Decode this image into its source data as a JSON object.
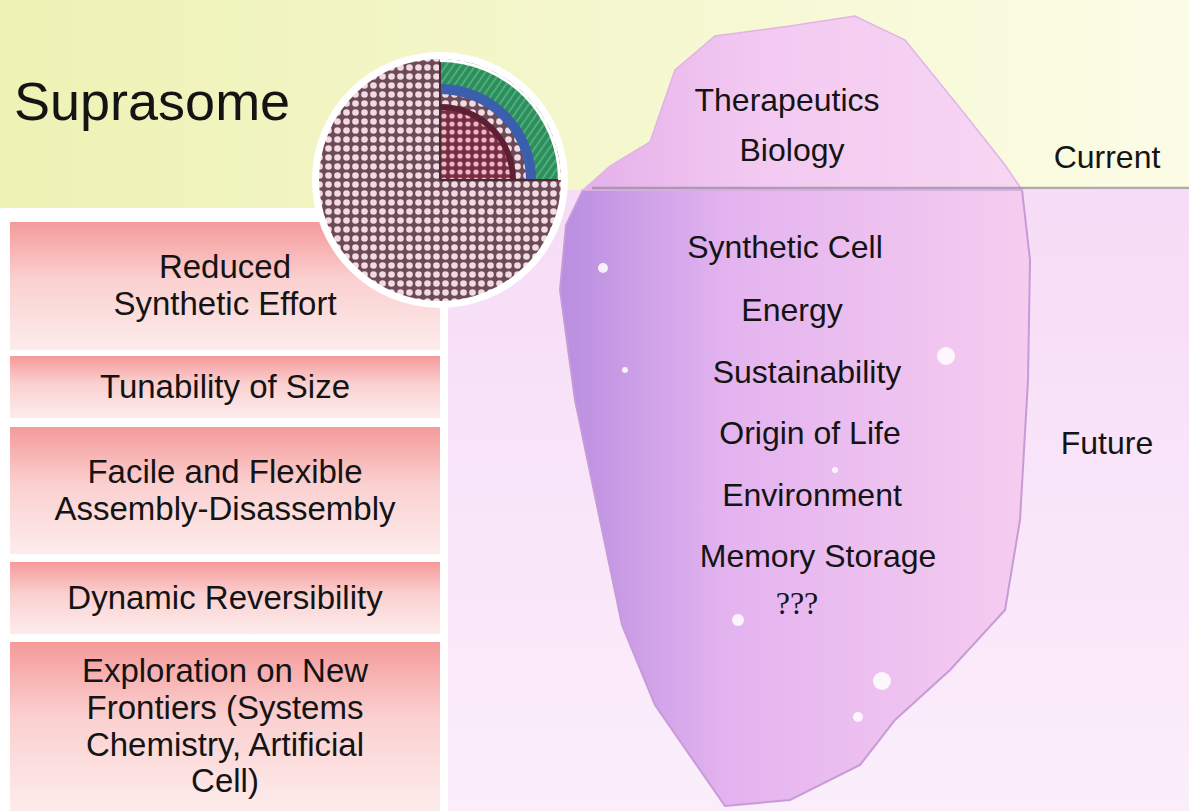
{
  "diagram": {
    "title": "Suprasome",
    "nodes": [
      {
        "text": [
          "Reduced Synthetic Effort"
        ]
      },
      {
        "text": [
          "Tunability of Size"
        ]
      },
      {
        "text": [
          "Facile and Flexible Assembly-Disassembly"
        ]
      },
      {
        "text": [
          "Dynamic Reversibility"
        ]
      },
      {
        "text": [
          "Exploration on New Frontiers (Systems Chemistry, Artificial Cell)"
        ]
      },
      {
        "text": [
          "Therapeutics",
          "Biology",
          "Synthetic Cell",
          "Energy",
          "Sustainability",
          "Origin of Life",
          "Environment",
          "Memory Storage",
          "???"
        ]
      }
    ],
    "labels": [
      "Current",
      "Future"
    ]
  }
}
